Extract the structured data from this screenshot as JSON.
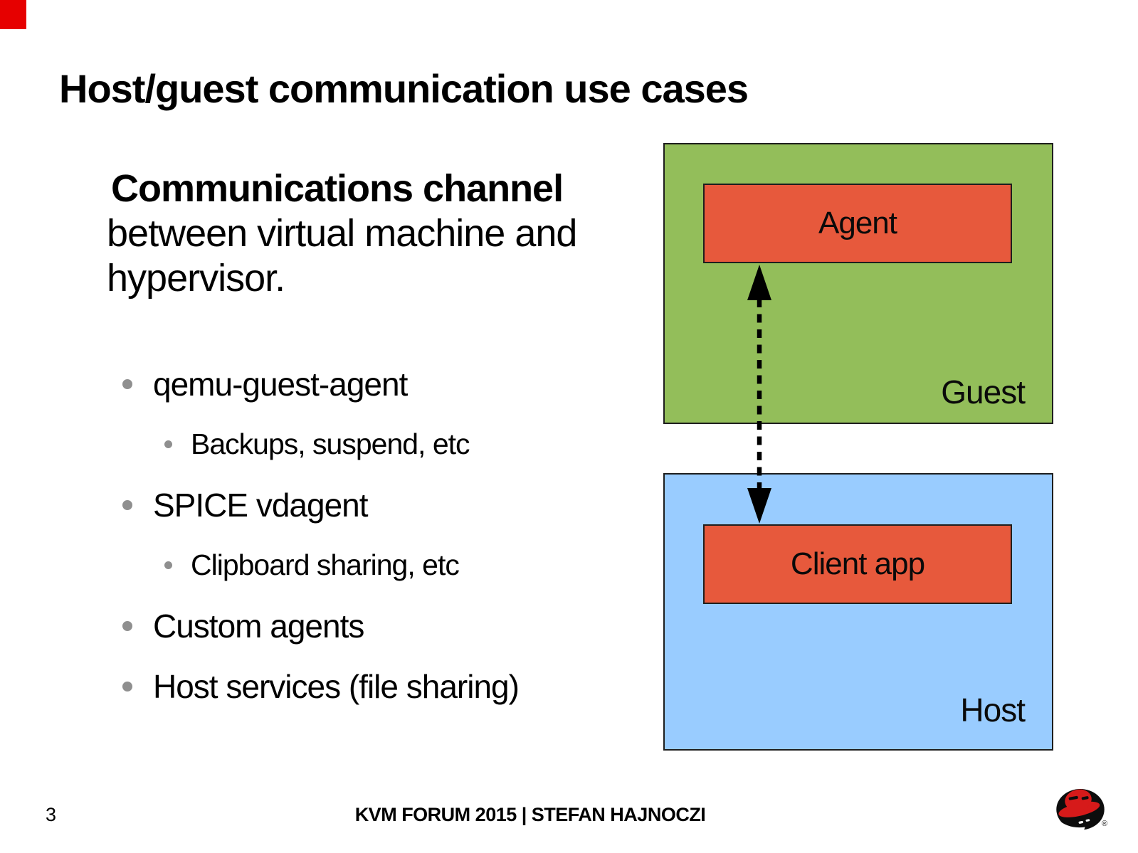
{
  "slide": {
    "title": "Host/guest communication use cases",
    "page_number": "3",
    "footer_text": "KVM FORUM 2015 | STEFAN HAJNOCZI"
  },
  "intro": {
    "lead_bold": "Communications channel",
    "rest": "between virtual machine and hypervisor."
  },
  "bullets": [
    {
      "level": 1,
      "text": "qemu-guest-agent"
    },
    {
      "level": 2,
      "text": "Backups, suspend, etc"
    },
    {
      "level": 1,
      "text": "SPICE vdagent"
    },
    {
      "level": 2,
      "text": "Clipboard sharing, etc"
    },
    {
      "level": 1,
      "text": "Custom agents"
    },
    {
      "level": 1,
      "text": "Host services (file sharing)"
    }
  ],
  "diagram": {
    "guest_label": "Guest",
    "host_label": "Host",
    "agent_label": "Agent",
    "client_label": "Client app",
    "arrow": "dashed-double-headed-vertical"
  },
  "logo": {
    "name": "redhat-shadowman",
    "registered_mark": "®"
  },
  "colors": {
    "corner_red": "#e60000",
    "guest_green": "#93BE5A",
    "host_blue": "#99CCFF",
    "box_orange": "#E7593C",
    "bullet_gray": "#8f8f8f",
    "logo_red": "#d61a1a",
    "logo_black": "#0d0d0d"
  }
}
